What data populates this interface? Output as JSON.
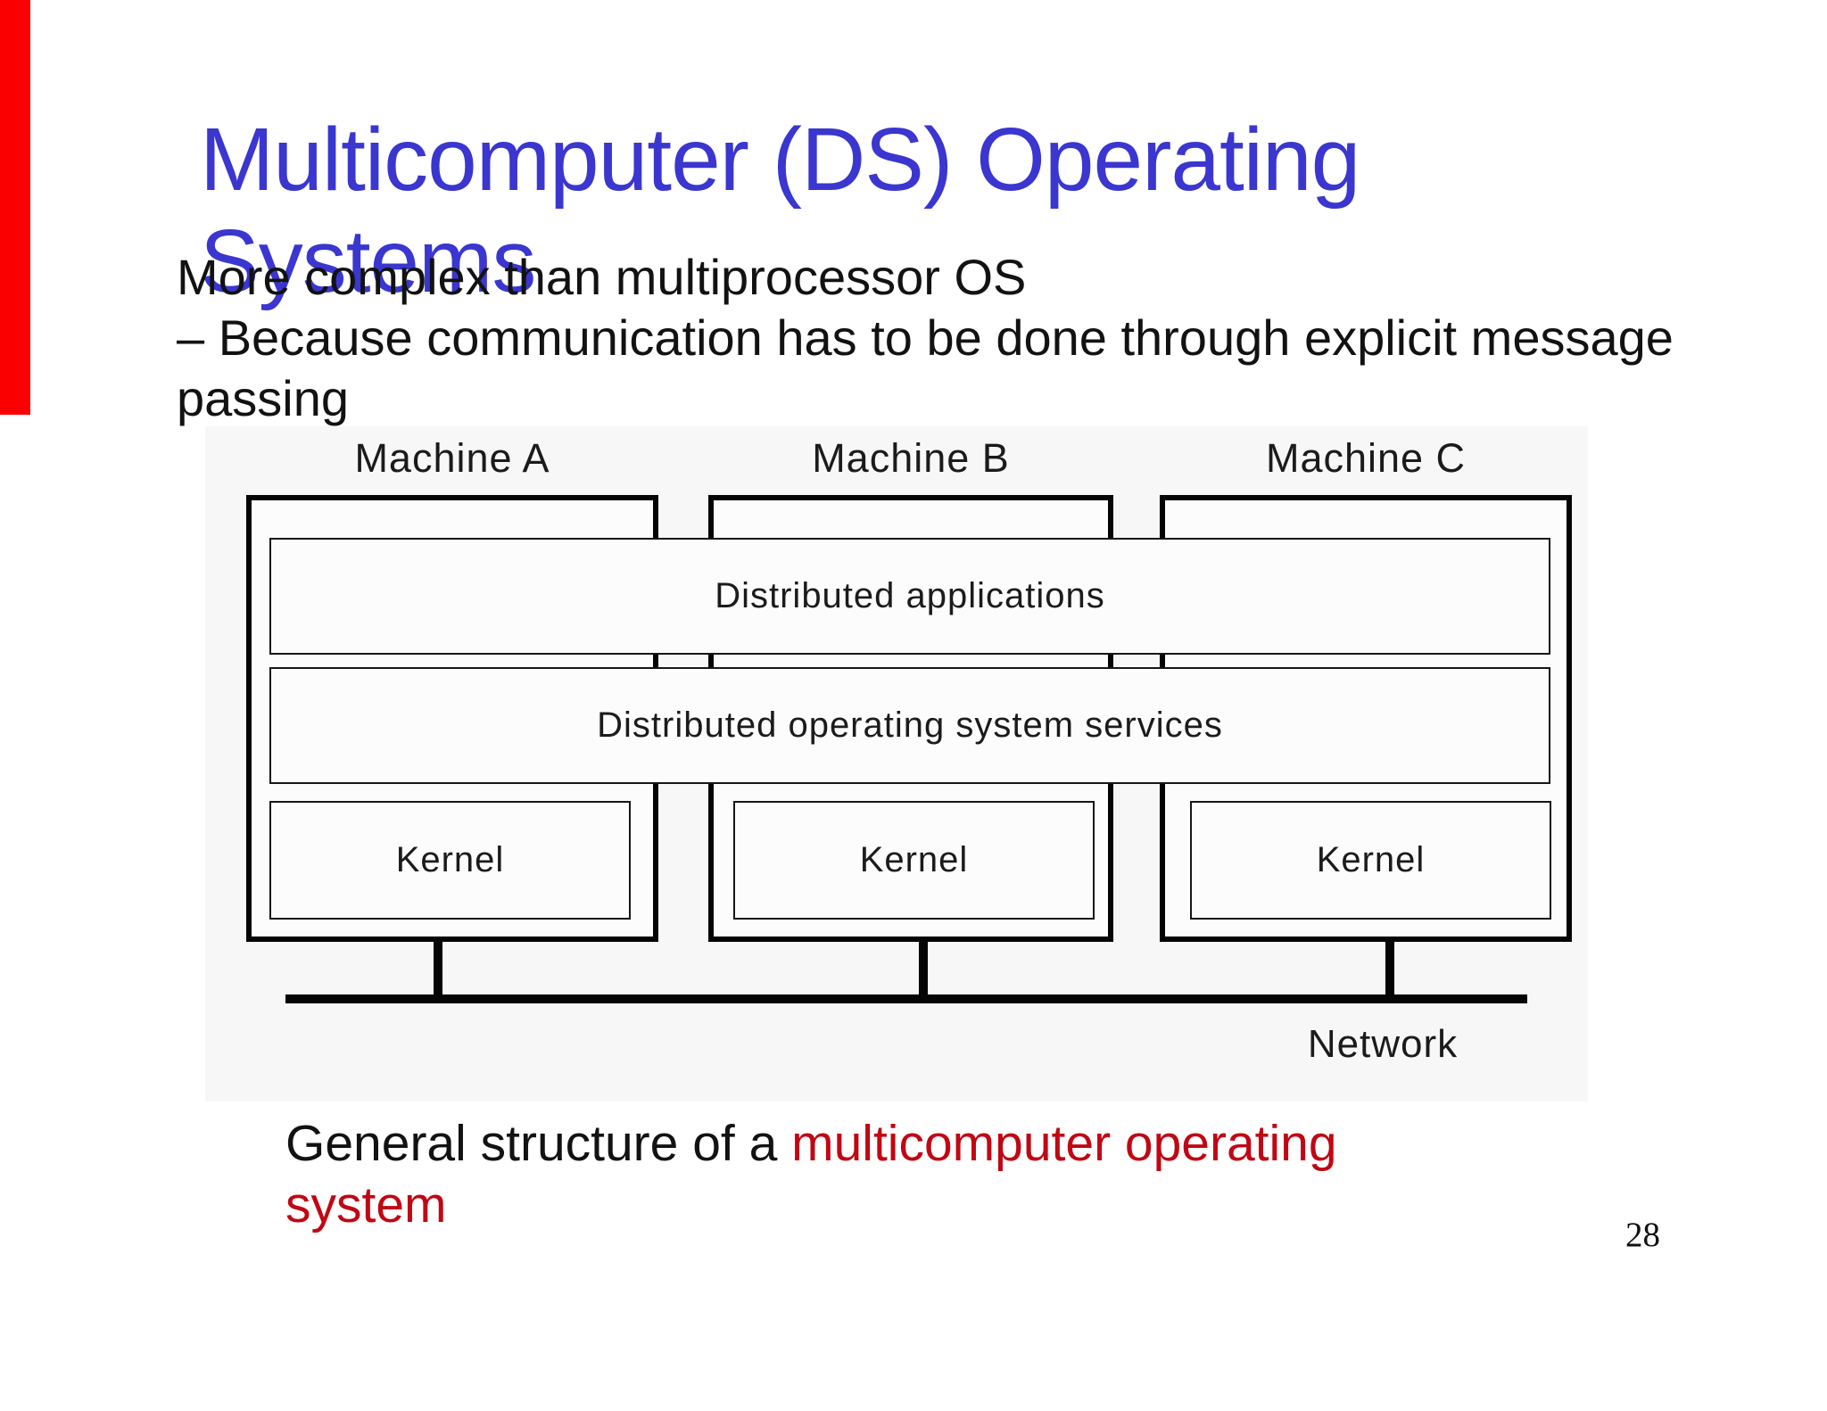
{
  "page": {
    "number": "28",
    "background_color": "#ffffff"
  },
  "accent_bar": {
    "color": "#fa0000"
  },
  "title": {
    "line1": "Multicomputer (DS) Operating",
    "line2": "Systems",
    "color": "#3a36cf"
  },
  "body": {
    "line1": "More complex than multiprocessor OS",
    "line2": "– Because communication has to be done through explicit message",
    "line3": "passing",
    "color": "#121212"
  },
  "diagram": {
    "background_color": "#f7f7f7",
    "line_color": "#050505",
    "machines": [
      {
        "label": "Machine A",
        "kernel": "Kernel"
      },
      {
        "label": "Machine B",
        "kernel": "Kernel"
      },
      {
        "label": "Machine C",
        "kernel": "Kernel"
      }
    ],
    "layers": [
      {
        "label": "Distributed applications"
      },
      {
        "label": "Distributed operating system services"
      }
    ],
    "network_label": "Network"
  },
  "caption": {
    "black_part": "General structure of a ",
    "red_part": "multicomputer operating",
    "red_line2": "system",
    "red_color": "#c00714"
  }
}
